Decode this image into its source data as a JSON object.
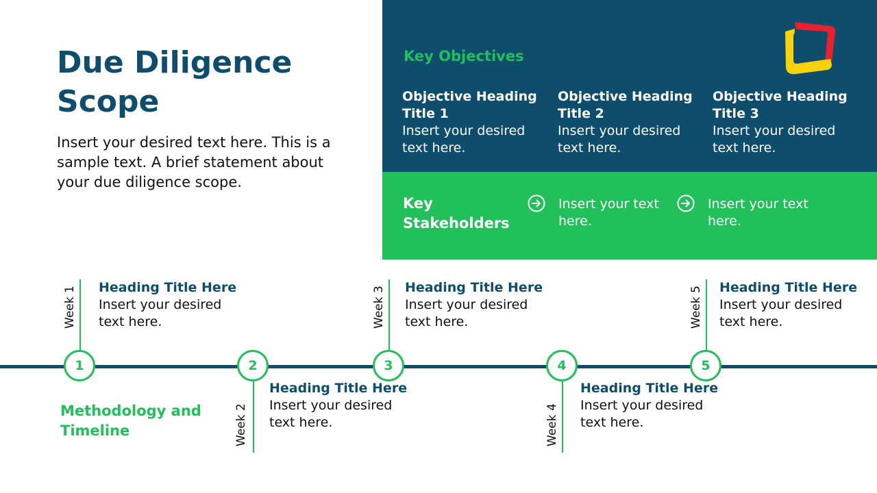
{
  "header": {
    "title": "Due Diligence Scope",
    "intro": "Insert your desired text here. This is a sample text. A brief statement about your due diligence scope."
  },
  "objectives": {
    "heading": "Key Objectives",
    "items": [
      {
        "title": "Objective Heading Title 1",
        "text": "Insert your desired text here."
      },
      {
        "title": "Objective Heading Title 2",
        "text": "Insert your desired text here."
      },
      {
        "title": "Objective Heading Title 3",
        "text": "Insert your desired text here."
      }
    ]
  },
  "stakeholders": {
    "heading": "Key Stakeholders",
    "items": [
      {
        "icon": "arrow-circle-right-icon",
        "text": "Insert your text here."
      },
      {
        "icon": "arrow-circle-right-icon",
        "text": "Insert your text here."
      }
    ]
  },
  "timeline": {
    "label": "Methodology and Timeline",
    "steps": [
      {
        "number": "1",
        "week": "Week 1",
        "heading": "Heading Title Here",
        "text": "Insert your desired text here."
      },
      {
        "number": "2",
        "week": "Week 2",
        "heading": "Heading Title Here",
        "text": "Insert your desired text here."
      },
      {
        "number": "3",
        "week": "Week 3",
        "heading": "Heading Title Here",
        "text": "Insert your desired text here."
      },
      {
        "number": "4",
        "week": "Week 4",
        "heading": "Heading Title Here",
        "text": "Insert your desired text here."
      },
      {
        "number": "5",
        "week": "Week 5",
        "heading": "Heading Title Here",
        "text": "Insert your desired text here."
      }
    ]
  },
  "colors": {
    "navy": "#0e4d6c",
    "green": "#22c05a",
    "logo_red": "#e8212e",
    "logo_yellow": "#f8d20a"
  }
}
